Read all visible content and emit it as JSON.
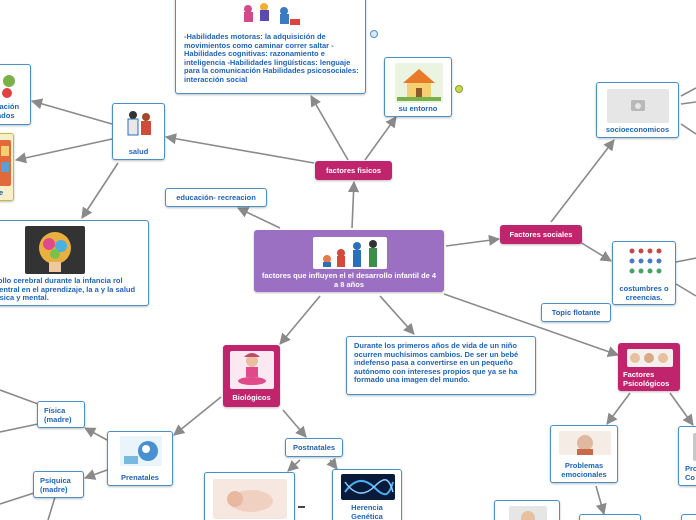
{
  "central": {
    "title": "factores que influyen el el desarrollo infantil de 4 a 8 años"
  },
  "nodes": {
    "factores_fisicos": "factores fisicos",
    "factores_sociales": "Factores sociales",
    "educacion": "educación- recreacion",
    "salud": "salud",
    "biologicos": "Biológicos",
    "postnatales": "Postnatales",
    "prenatales": "Prenatales",
    "fisica_madre": "Física (madre)",
    "psiquica_madre": "Psíquica (madre)",
    "herencia": "Herencia Genética",
    "su_entorno": "su entorno",
    "socioeconomicos": "socioeconomicos",
    "costumbres": "costumbres o creencias.",
    "topic_flotante": "Topic flotante",
    "factores_psicologicos": "Factores Psicológicos",
    "problemas_emocionales": "Problemas emocionales",
    "pro_co": "Pro Co",
    "habilidades": "-Habilidades motoras: la adquisición de movimientos como caminar correr saltar -Habilidades cognitivas: razonamiento e inteligencia -Habilidades lingüísticas: lenguaje para la comunicación Habilidades psicosociales: interacción social",
    "primeros_anos": "Durante los primeros años de vida  de un niño ocurren muchísimos cambios. De ser un bebé indefenso pasa a convertirse  en un pequeño autónomo con intereses propios que ya se ha formado una imagen del mundo.",
    "cerebral": "rollo cerebral  durante la infancia  rol central en el aprendizaje, la a  y la salud  física y mental.",
    "alimentacion": "tación ados",
    "left_small": "e"
  },
  "icons": {
    "leaf_1": "globe-icon",
    "leaf_2": "leaf-icon"
  },
  "colors": {
    "central_fill": "#9b6fc2",
    "subtopic_fill": "#c0246d",
    "border": "#4a8fc7",
    "text": "#1f63b5",
    "line": "#8a8a8a"
  }
}
